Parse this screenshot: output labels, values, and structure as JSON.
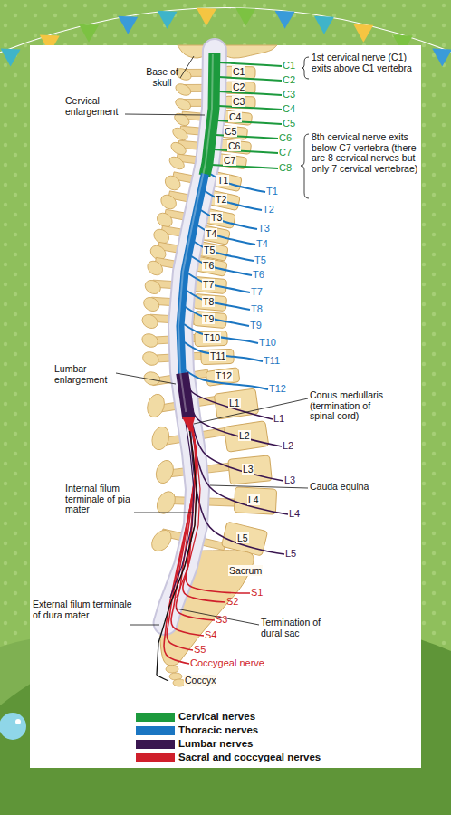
{
  "diagram": {
    "labels": [
      "1st cervical nerve (C1) exits above C1 vertebra",
      "Base of skull",
      "C1",
      "C1",
      "C2",
      "C2",
      "C3",
      "C3",
      "Cervical enlargement",
      "C4",
      "C4",
      "C5",
      "C5",
      "8th cervical nerve exits below C7 vertebra (there are 8 cervical nerves but only 7 cervical vertebrae)",
      "C6",
      "C6",
      "C7",
      "C7",
      "C8",
      "T1",
      "T1",
      "T2",
      "T2",
      "T3",
      "T3",
      "T4",
      "T4",
      "T5",
      "T5",
      "T6",
      "T6",
      "T7",
      "T7",
      "T8",
      "T8",
      "T9",
      "T9",
      "T10",
      "T10",
      "T11",
      "T11",
      "Lumbar enlargement",
      "T12",
      "T12",
      "Conus medullaris (termination of spinal cord)",
      "L1",
      "L1",
      "L2",
      "L2",
      "L3",
      "L3",
      "Cauda equina",
      "Internal filum terminale of pia mater",
      "L4",
      "L4",
      "L5",
      "L5",
      "Sacrum",
      "S1",
      "S2",
      "External filum terminale of dura mater",
      "S3",
      "Termination of dural sac",
      "S4",
      "S5",
      "Coccygeal nerve",
      "Coccyx"
    ],
    "legend": [
      {
        "text": "Cervical nerves",
        "color": "#1c9a3d"
      },
      {
        "text": "Thoracic nerves",
        "color": "#1b76c2"
      },
      {
        "text": "Lumbar nerves",
        "color": "#3a1650"
      },
      {
        "text": "Sacral and coccygeal nerves",
        "color": "#cf1f2b"
      }
    ]
  }
}
